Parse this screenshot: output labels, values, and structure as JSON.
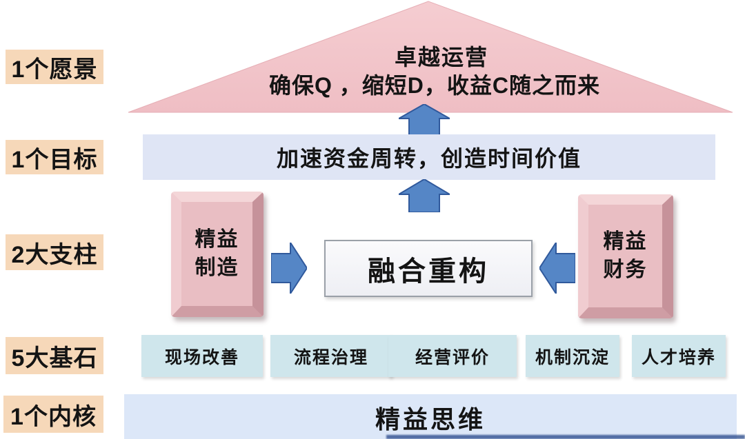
{
  "side_labels": [
    "1个愿景",
    "1个目标",
    "2大支柱",
    "5大基石",
    "1个内核"
  ],
  "vision": {
    "line1": "卓越运营",
    "line2": "确保Q ，缩短D，收益C随之而来"
  },
  "goal": {
    "text": "加速资金周转，创造时间价值"
  },
  "pillars": {
    "left": {
      "line1": "精益",
      "line2": "制造"
    },
    "right": {
      "line1": "精益",
      "line2": "财务"
    },
    "center": "融合重构"
  },
  "cornerstones": [
    "现场改善",
    "流程治理",
    "经营评价",
    "机制沉淀",
    "人才培养"
  ],
  "core": {
    "text": "精益思维"
  },
  "colors": {
    "label_peach": "#f6d8b9",
    "roof_pink": "#f2c5c9",
    "goal_bar_blue": "#dfe5f5",
    "arrow_blue": "#5586c6",
    "arrow_border": "#30599c",
    "pillar_pink": "#e9bec3",
    "stone_cyan": "#cfe6ec",
    "core_bar_blue": "#dce7f8",
    "bottom_line_navy": "#2d4d8e",
    "text": "#141414"
  }
}
